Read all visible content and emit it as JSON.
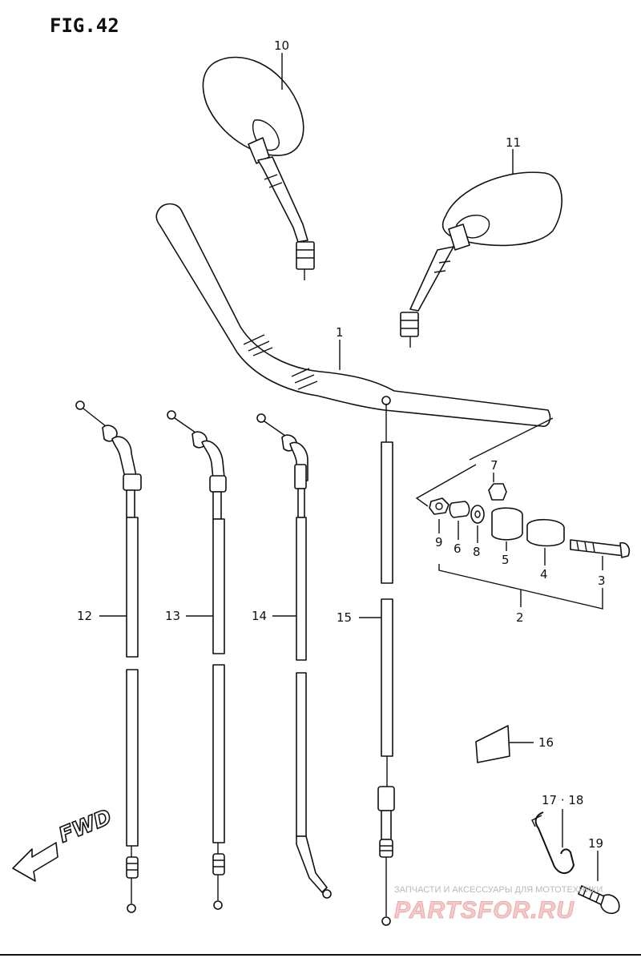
{
  "figure": {
    "title": "FIG.42"
  },
  "direction_marker": {
    "label": "FWD"
  },
  "callouts": {
    "c1": "1",
    "c2": "2",
    "c3": "3",
    "c4": "4",
    "c5": "5",
    "c6": "6",
    "c7": "7",
    "c8": "8",
    "c9": "9",
    "c10": "10",
    "c11": "11",
    "c12": "12",
    "c13": "13",
    "c14": "14",
    "c15": "15",
    "c16": "16",
    "c17_18": "17 · 18",
    "c19": "19"
  },
  "watermark": {
    "caption": "ЗАПЧАСТИ И АКСЕССУАРЫ ДЛЯ МОТОТЕХНИКИ",
    "brand": "PARTSFOR.RU"
  },
  "colors": {
    "ink": "#111111",
    "watermark": "#e8a0a0"
  }
}
